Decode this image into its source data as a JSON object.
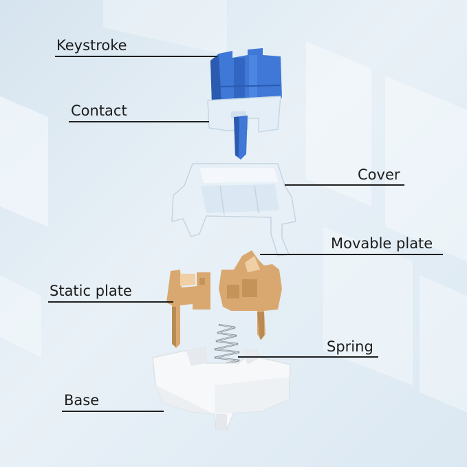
{
  "labels": {
    "keystroke": "Keystroke",
    "contact": "Contact",
    "cover": "Cover",
    "movable_plate": "Movable plate",
    "static_plate": "Static plate",
    "spring": "Spring",
    "base": "Base"
  },
  "colors": {
    "stem_blue": "#3f78d6",
    "stem_blue_dark": "#2a5bb0",
    "metal_gold": "#d9a870",
    "metal_gold_light": "#f0cfa4",
    "housing_white": "#f7f8f9",
    "clear_plastic": "#e8f1f8",
    "text": "#1c1c1c"
  }
}
